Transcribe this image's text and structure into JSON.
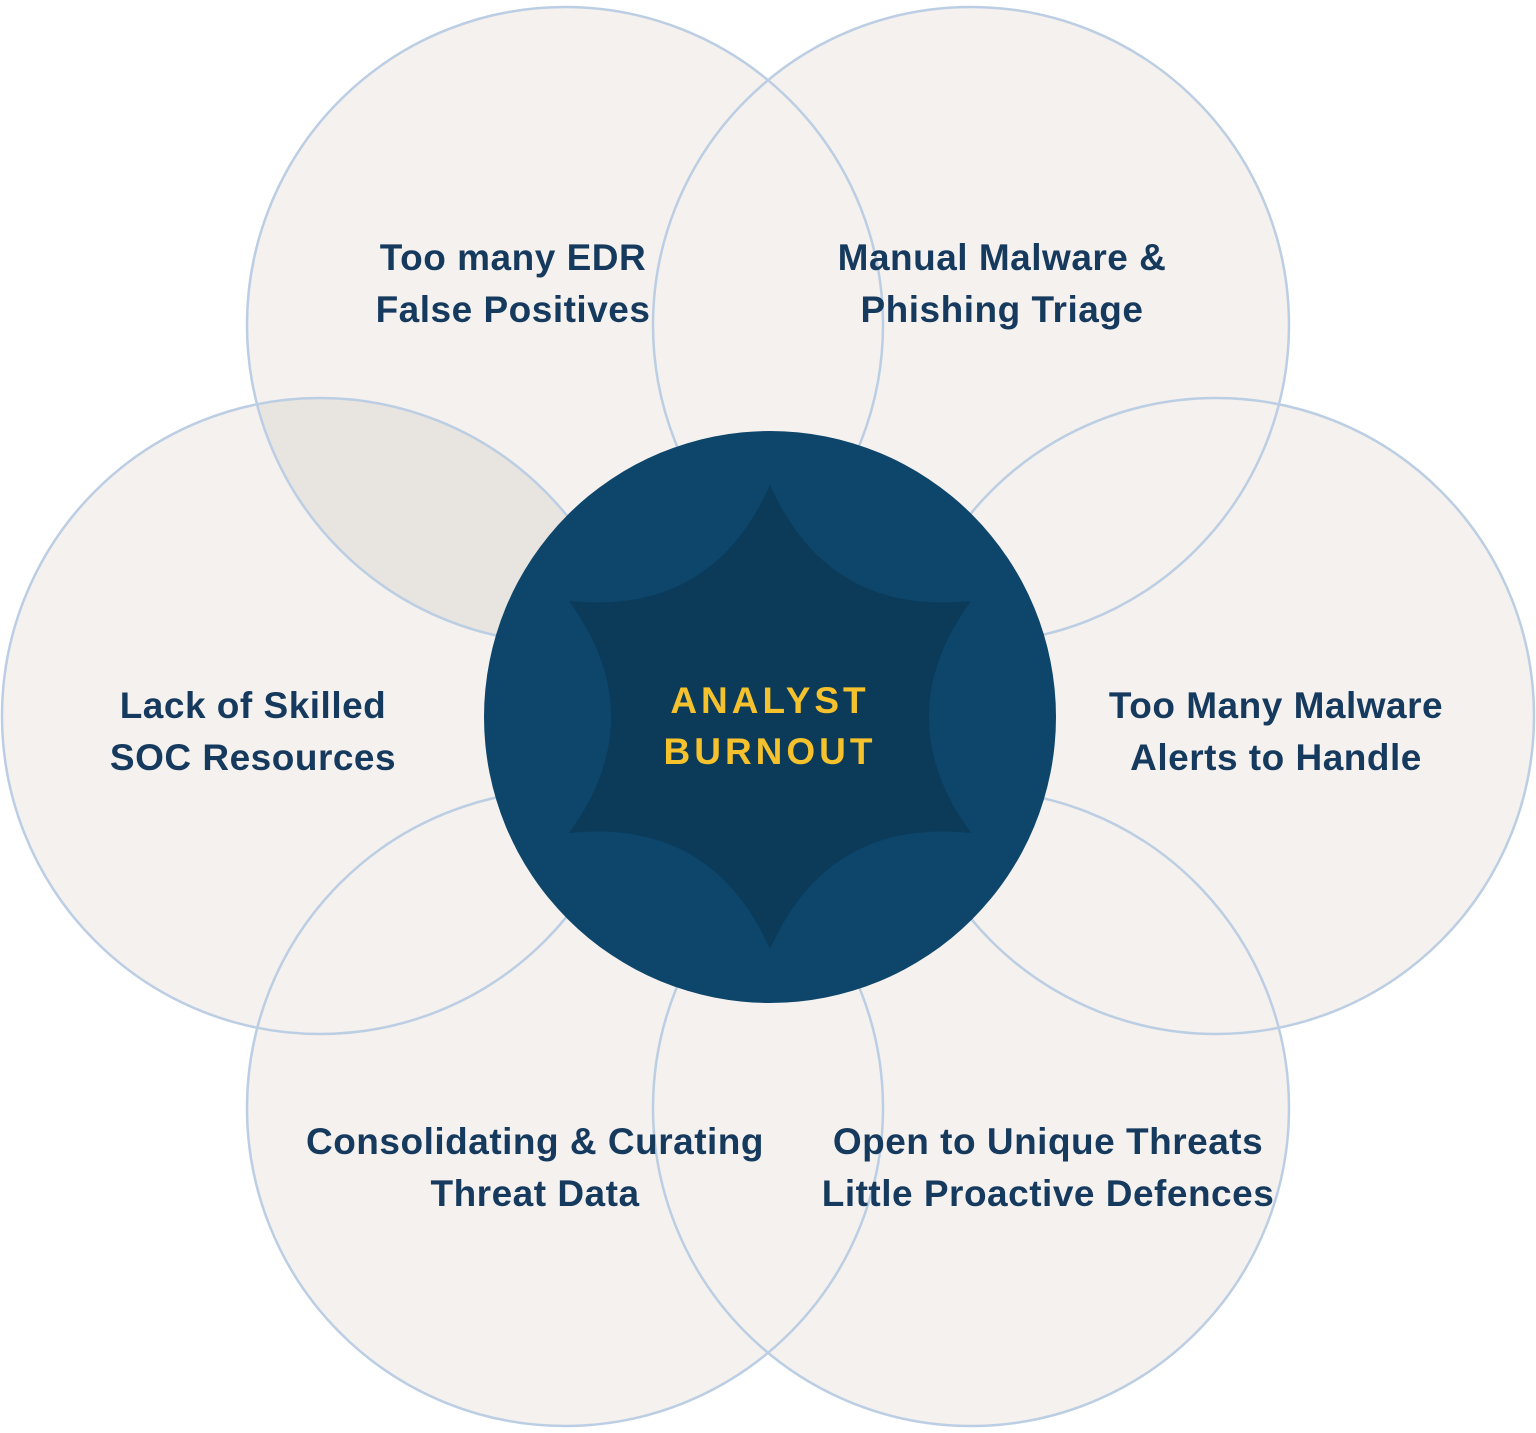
{
  "diagram": {
    "title": "Analyst burnout causes diagram",
    "center": {
      "line1": "ANALYST",
      "line2": "BURNOUT"
    },
    "causes": [
      {
        "position": "top-left",
        "line1": "Too many EDR",
        "line2": "False Positives"
      },
      {
        "position": "top-right",
        "line1": "Manual Malware &",
        "line2": "Phishing Triage"
      },
      {
        "position": "left",
        "line1": "Lack of Skilled",
        "line2": "SOC Resources"
      },
      {
        "position": "right",
        "line1": "Too Many Malware",
        "line2": "Alerts to Handle"
      },
      {
        "position": "bottom-left",
        "line1": "Consolidating & Curating",
        "line2": "Threat Data"
      },
      {
        "position": "bottom-right",
        "line1": "Open to Unique Threats",
        "line2": "Little Proactive Defences"
      }
    ]
  },
  "colors": {
    "background": "#ffffff",
    "circle_fill": "#f4f1ee",
    "circle_stroke": "#bccee3",
    "overlap_fill": "#e8e4df",
    "center_fill": "#0d456b",
    "hexagon_fill": "#0b3b59",
    "center_text": "#f5c12c",
    "label_text": "#163a5e"
  }
}
